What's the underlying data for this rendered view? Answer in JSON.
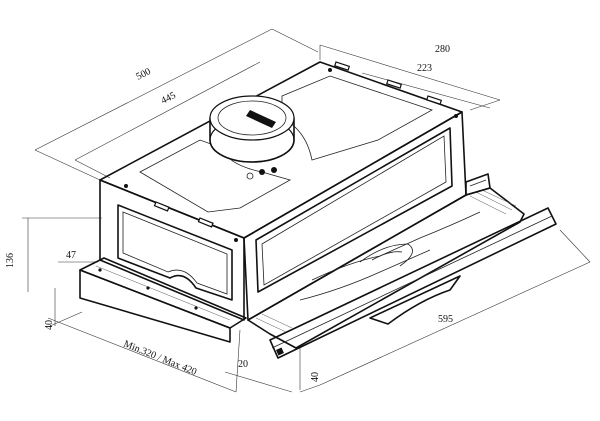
{
  "dimensions": {
    "depth_500": "500",
    "depth_445": "445",
    "width_280": "280",
    "width_223": "223",
    "height_136": "136",
    "offset_47": "47",
    "thickness_40_left": "40",
    "range_min_max": "Min.320 / Max 420",
    "offset_20": "20",
    "thickness_40_front": "40",
    "front_width_595": "595"
  }
}
